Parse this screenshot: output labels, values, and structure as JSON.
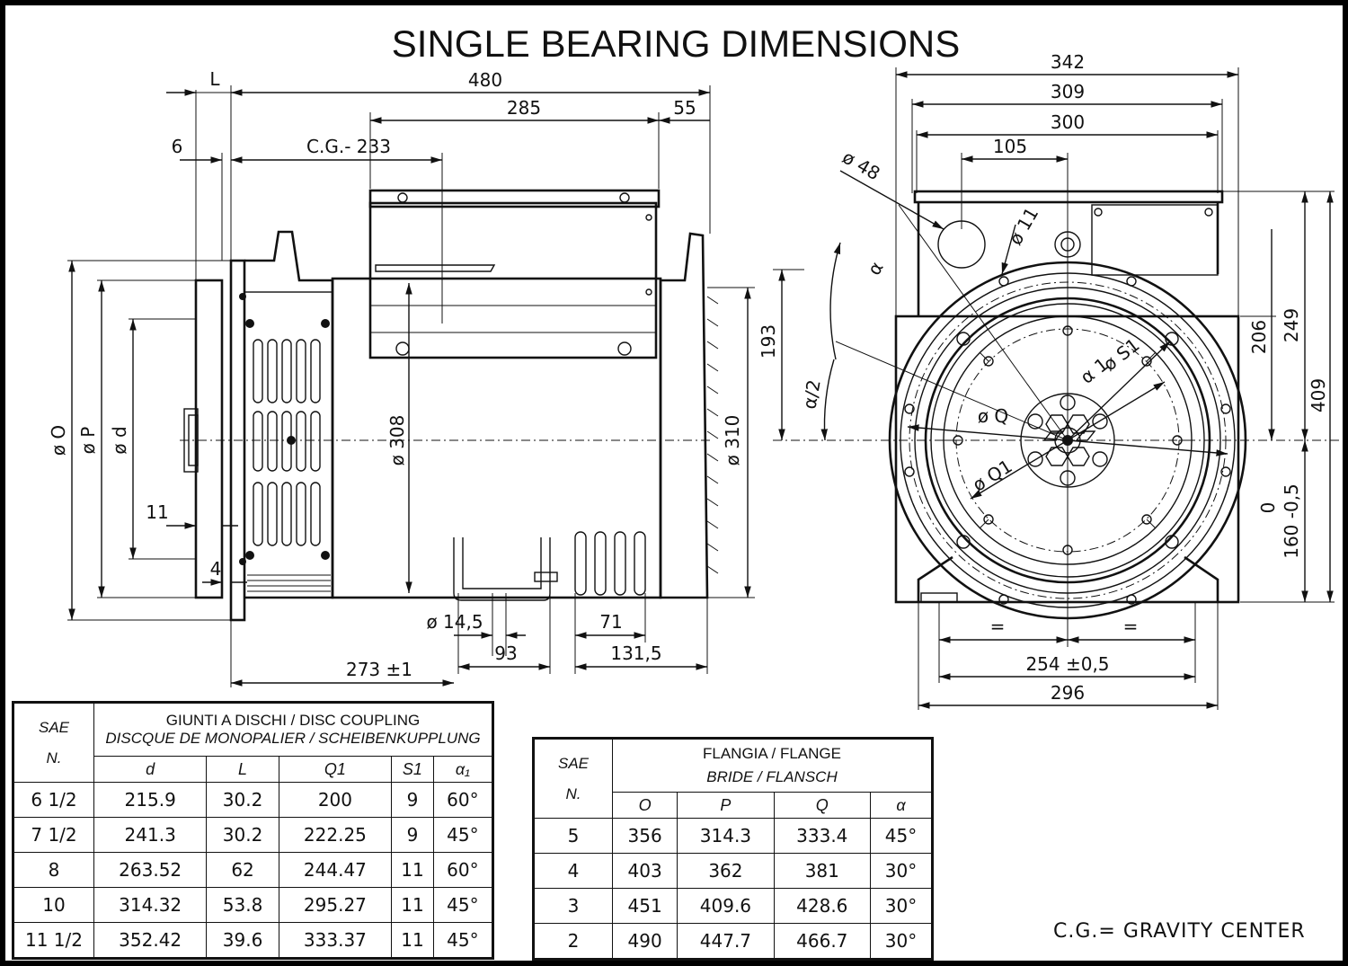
{
  "title": "SINGLE BEARING DIMENSIONS",
  "side_view": {
    "dims": {
      "L": "L",
      "d480": "480",
      "d285": "285",
      "d55": "55",
      "d6": "6",
      "cg": "C.G.- 233",
      "o": "ø O",
      "p": "ø P",
      "d": "ø d",
      "d11": "11",
      "d4": "4",
      "d308": "ø 308",
      "d310": "ø 310",
      "d145": "ø 14,5",
      "d93": "93",
      "d71": "71",
      "d1315": "131,5",
      "d273": "273 ±1"
    }
  },
  "front_view": {
    "dims": {
      "d342": "342",
      "d309": "309",
      "d300": "300",
      "d105": "105",
      "d48": "ø 48",
      "d11": "ø 11",
      "alpha": "α",
      "alpha2": "α/2",
      "s1": "ø S1",
      "alpha1": "α 1",
      "q": "ø Q",
      "q1": "ø Q1",
      "d193": "193",
      "d206": "206",
      "d249": "249",
      "d409": "409",
      "tol_top": "0",
      "tol_bottom": "160 -0,5",
      "eq1": "=",
      "eq2": "=",
      "d254": "254 ±0,5",
      "d296": "296"
    }
  },
  "disc_table": {
    "sae_label": "SAE",
    "n_label": "N.",
    "heading1": "GIUNTI A DISCHI / DISC COUPLING",
    "heading2": "DISCQUE DE MONOPALIER / SCHEIBENKUPPLUNG",
    "columns": [
      "d",
      "L",
      "Q1",
      "S1",
      "α₁"
    ],
    "rows": [
      [
        "6  1/2",
        "215.9",
        "30.2",
        "200",
        "9",
        "60°"
      ],
      [
        "7  1/2",
        "241.3",
        "30.2",
        "222.25",
        "9",
        "45°"
      ],
      [
        "8",
        "263.52",
        "62",
        "244.47",
        "11",
        "60°"
      ],
      [
        "10",
        "314.32",
        "53.8",
        "295.27",
        "11",
        "45°"
      ],
      [
        "11  1/2",
        "352.42",
        "39.6",
        "333.37",
        "11",
        "45°"
      ]
    ]
  },
  "flange_table": {
    "sae_label": "SAE",
    "n_label": "N.",
    "heading1": "FLANGIA / FLANGE",
    "heading2": "BRIDE / FLANSCH",
    "columns": [
      "O",
      "P",
      "Q",
      "α"
    ],
    "rows": [
      [
        "5",
        "356",
        "314.3",
        "333.4",
        "45°"
      ],
      [
        "4",
        "403",
        "362",
        "381",
        "30°"
      ],
      [
        "3",
        "451",
        "409.6",
        "428.6",
        "30°"
      ],
      [
        "2",
        "490",
        "447.7",
        "466.7",
        "30°"
      ]
    ]
  },
  "note": "C.G.= GRAVITY CENTER"
}
